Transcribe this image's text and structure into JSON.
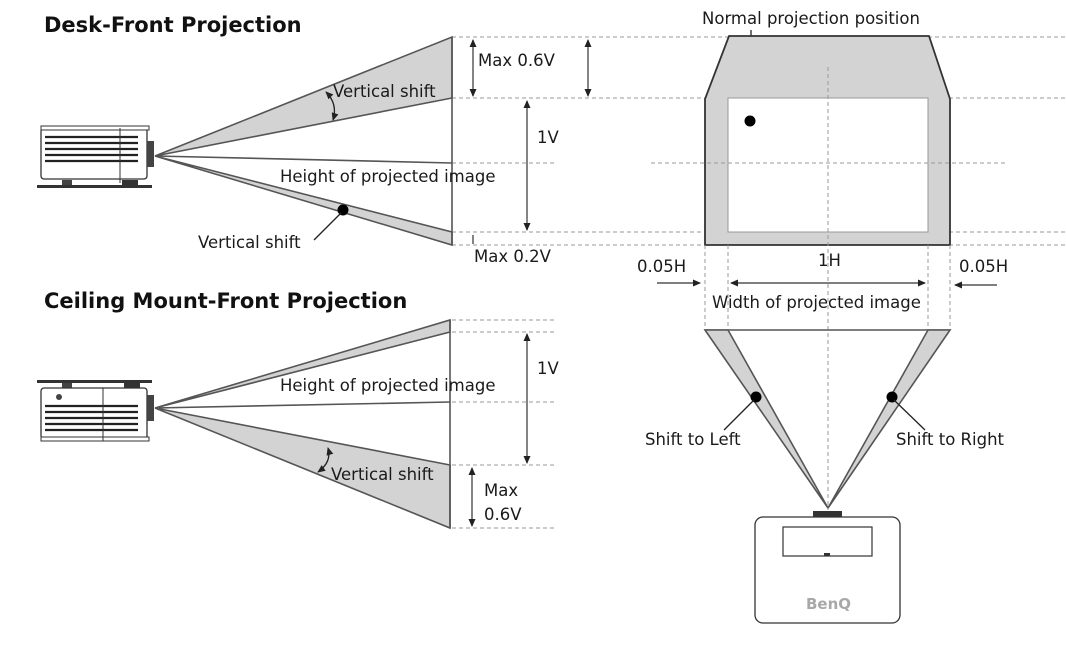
{
  "diagram": {
    "desk_front": {
      "title": "Desk-Front Projection",
      "labels": {
        "max_top": "Max 0.6V",
        "vertical_shift_top": "Vertical shift",
        "one_v": "1V",
        "height": "Height of projected image",
        "vertical_shift_bottom": "Vertical shift",
        "max_bottom": "Max 0.2V"
      }
    },
    "ceiling_front": {
      "title": "Ceiling Mount-Front Projection",
      "labels": {
        "one_v": "1V",
        "height": "Height of projected image",
        "vertical_shift": "Vertical shift",
        "max_line1": "Max",
        "max_line2": "0.6V"
      }
    },
    "horizontal": {
      "normal_position": "Normal projection position",
      "left_margin": "0.05H",
      "one_h": "1H",
      "right_margin": "0.05H",
      "width": "Width of projected image",
      "shift_left": "Shift to Left",
      "shift_right": "Shift to Right",
      "brand": "BenQ"
    },
    "colors": {
      "shift_area": "#d3d3d3",
      "outline": "#555555",
      "dashed": "#9a9a9a",
      "brand_logo": "#a8a8a8"
    }
  }
}
